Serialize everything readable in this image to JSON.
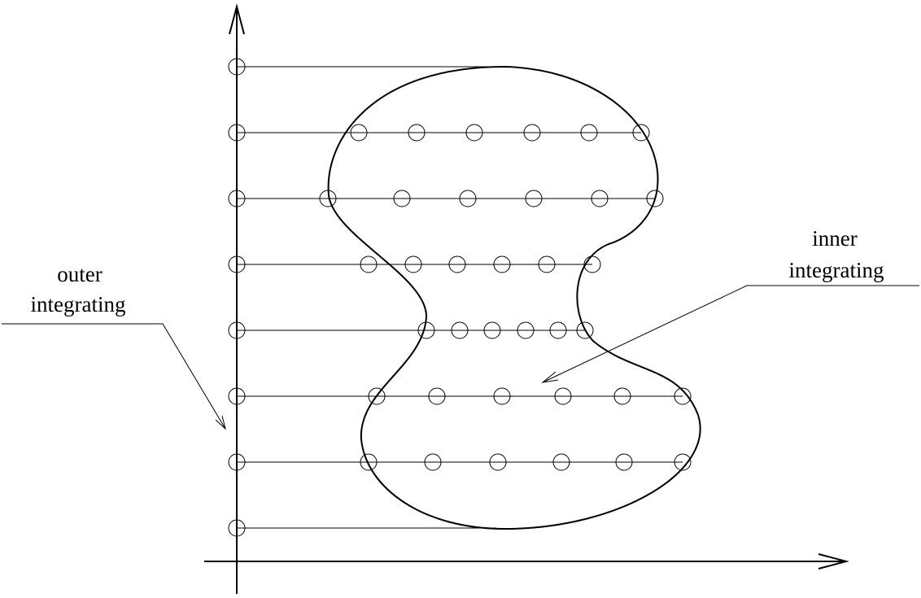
{
  "labels": {
    "outer_line1": "outer",
    "outer_line2": "integrating",
    "inner_line1": "inner",
    "inner_line2": "integrating"
  },
  "colors": {
    "stroke": "#000000",
    "background": "#ffffff"
  },
  "rows": [
    {
      "inner_points": 0
    },
    {
      "inner_points": 6
    },
    {
      "inner_points": 6
    },
    {
      "inner_points": 6
    },
    {
      "inner_points": 6
    },
    {
      "inner_points": 6
    },
    {
      "inner_points": 6
    },
    {
      "inner_points": 0
    }
  ]
}
